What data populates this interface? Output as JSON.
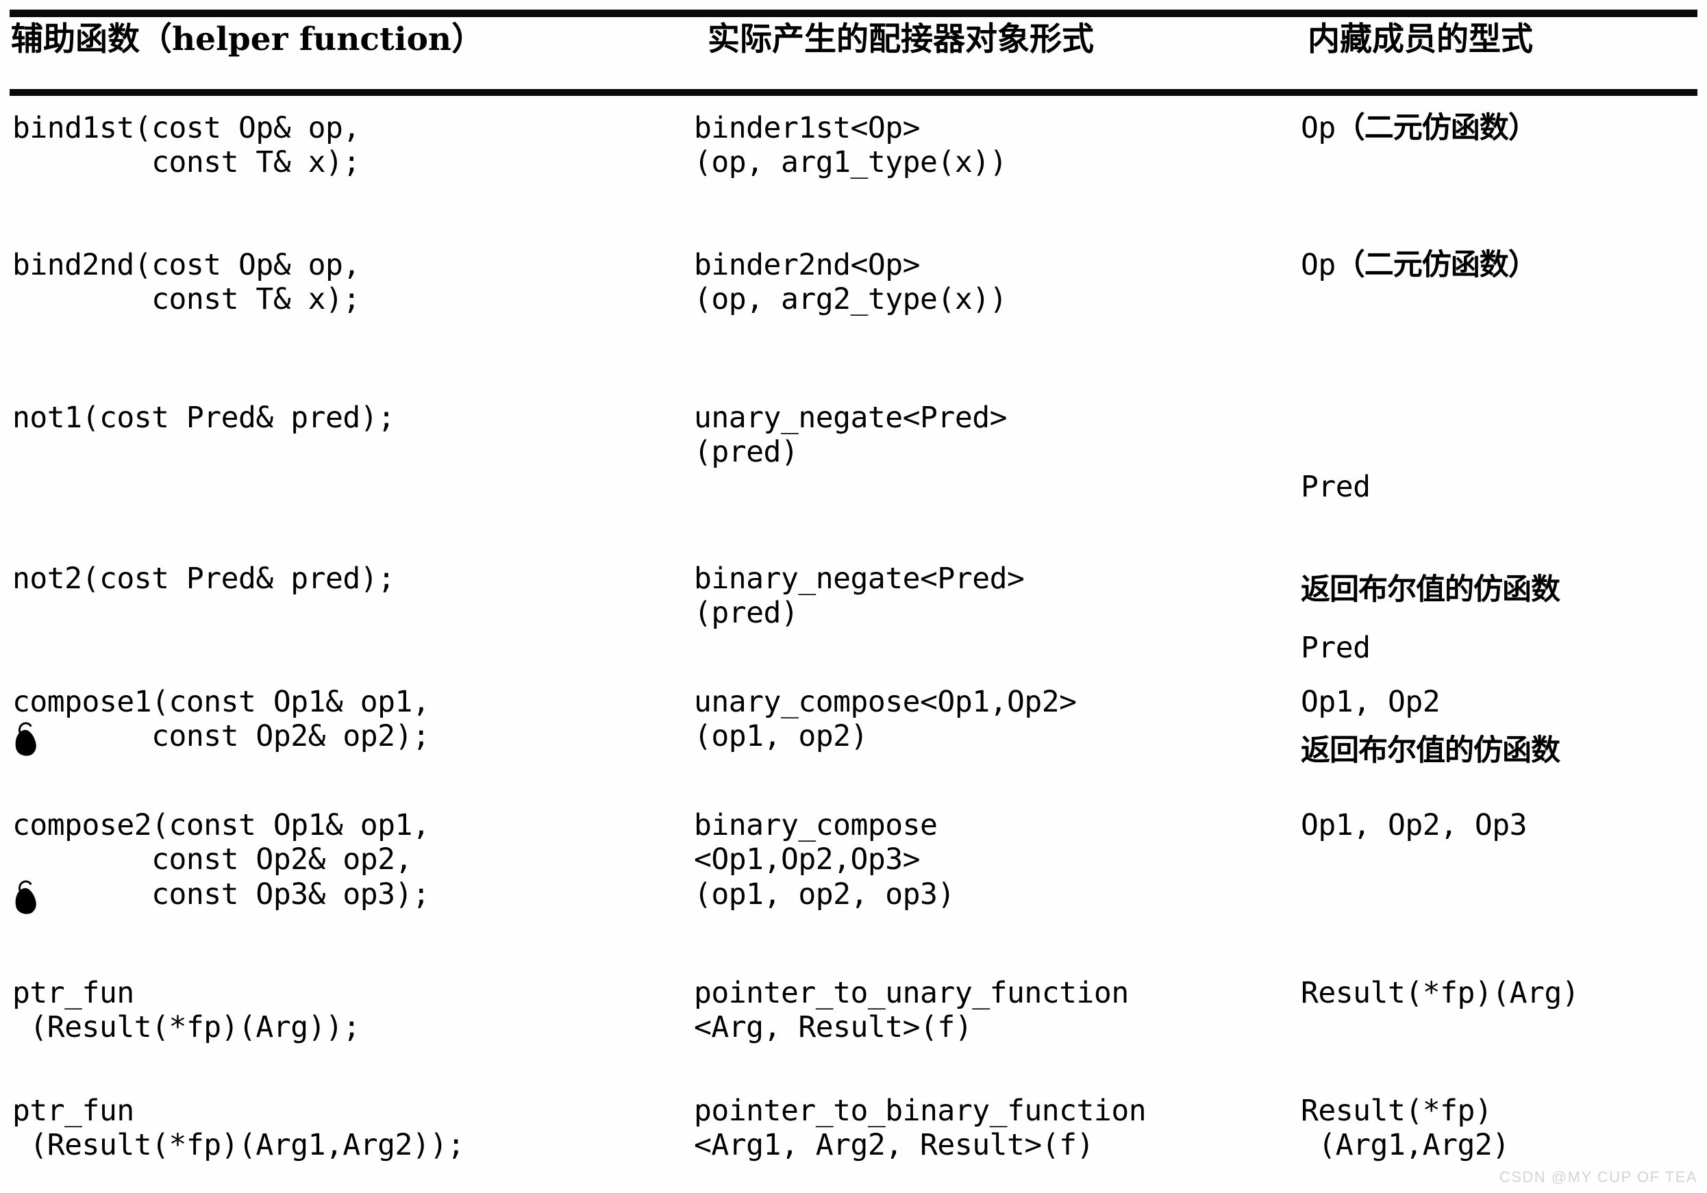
{
  "table": {
    "columns": [
      "辅助函数（helper function）",
      "实际产生的配接器对象形式",
      "内藏成员的型式"
    ],
    "rows": [
      {
        "helper": "bind1st(cost Op& op,\n        const T& x);",
        "adapter": "binder1st<Op>\n(op, arg1_type(x))",
        "member_code": "Op",
        "member_cn": "（二元仿函数）",
        "member_note": ""
      },
      {
        "helper": "bind2nd(cost Op& op,\n        const T& x);",
        "adapter": "binder2nd<Op>\n(op, arg2_type(x))",
        "member_code": "Op",
        "member_cn": "（二元仿函数）",
        "member_note": ""
      },
      {
        "helper": "not1(cost Pred& pred);",
        "adapter": "unary_negate<Pred>\n(pred)",
        "member_code": "Pred",
        "member_cn": "",
        "member_note": "返回布尔值的仿函数"
      },
      {
        "helper": "not2(cost Pred& pred);",
        "adapter": "binary_negate<Pred>\n(pred)",
        "member_code": "Pred",
        "member_cn": "",
        "member_note": "返回布尔值的仿函数"
      },
      {
        "helper": "compose1(const Op1& op1,\n        const Op2& op2);",
        "adapter": "unary_compose<Op1,Op2>\n(op1, op2)",
        "member_code": "Op1, Op2",
        "member_cn": "",
        "member_note": ""
      },
      {
        "helper": "compose2(const Op1& op1,\n        const Op2& op2,\n        const Op3& op3);",
        "adapter": "binary_compose\n<Op1,Op2,Op3>\n(op1, op2, op3)",
        "member_code": "Op1, Op2, Op3",
        "member_cn": "",
        "member_note": ""
      },
      {
        "helper": "ptr_fun\n (Result(*fp)(Arg));",
        "adapter": "pointer_to_unary_function\n<Arg, Result>(f)",
        "member_code": "Result(*fp)(Arg)",
        "member_cn": "",
        "member_note": ""
      },
      {
        "helper": "ptr_fun\n (Result(*fp)(Arg1,Arg2));",
        "adapter": "pointer_to_binary_function\n<Arg1, Arg2, Result>(f)",
        "member_code": "Result(*fp)\n (Arg1,Arg2)",
        "member_cn": "",
        "member_note": ""
      }
    ]
  },
  "watermark": "CSDN @MY CUP OF TEA",
  "colors": {
    "ink": "#000000",
    "page": "#fefefe",
    "watermark": "#d4d4d4"
  }
}
